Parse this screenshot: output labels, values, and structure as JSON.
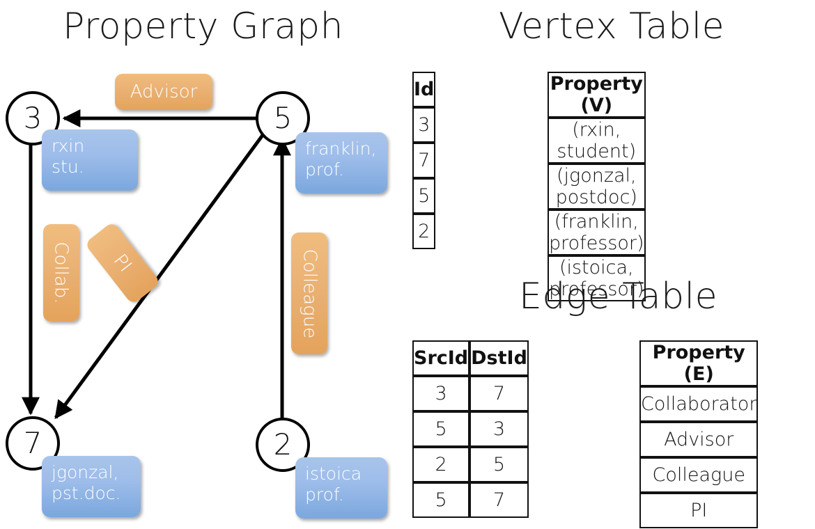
{
  "titles": {
    "property_graph": "Property Graph",
    "vertex_table": "Vertex Table",
    "edge_table": "Edge Table"
  },
  "graph": {
    "nodes": [
      {
        "id": "3",
        "label_line1": "rxin",
        "label_line2": "stu."
      },
      {
        "id": "5",
        "label_line1": "franklin,",
        "label_line2": "prof."
      },
      {
        "id": "7",
        "label_line1": "jgonzal,",
        "label_line2": "pst.doc."
      },
      {
        "id": "2",
        "label_line1": "istoica",
        "label_line2": "prof."
      }
    ],
    "edge_labels": [
      {
        "name": "advisor",
        "text": "Advisor"
      },
      {
        "name": "collab",
        "text": "Collab."
      },
      {
        "name": "pi",
        "text": "PI"
      },
      {
        "name": "colleague",
        "text": "Colleague"
      }
    ]
  },
  "vertex_table": {
    "headers": [
      "Id",
      "Property (V)"
    ],
    "rows": [
      {
        "id": "3",
        "property": "(rxin, student)"
      },
      {
        "id": "7",
        "property": "(jgonzal, postdoc)"
      },
      {
        "id": "5",
        "property": "(franklin, professor)"
      },
      {
        "id": "2",
        "property": "(istoica, professor)"
      }
    ]
  },
  "edge_table": {
    "headers": [
      "SrcId",
      "DstId",
      "Property (E)"
    ],
    "rows": [
      {
        "src": "3",
        "dst": "7",
        "property": "Collaborator"
      },
      {
        "src": "5",
        "dst": "3",
        "property": "Advisor"
      },
      {
        "src": "2",
        "dst": "5",
        "property": "Colleague"
      },
      {
        "src": "5",
        "dst": "7",
        "property": "PI"
      }
    ]
  },
  "colors": {
    "vertex_box": "#9ebdea",
    "edge_box": "#eab173",
    "vertex_table_fill": "#cfdcf0",
    "edge_table_fill": "#f6ddc3",
    "stroke": "#111111",
    "background": "#ffffff"
  }
}
